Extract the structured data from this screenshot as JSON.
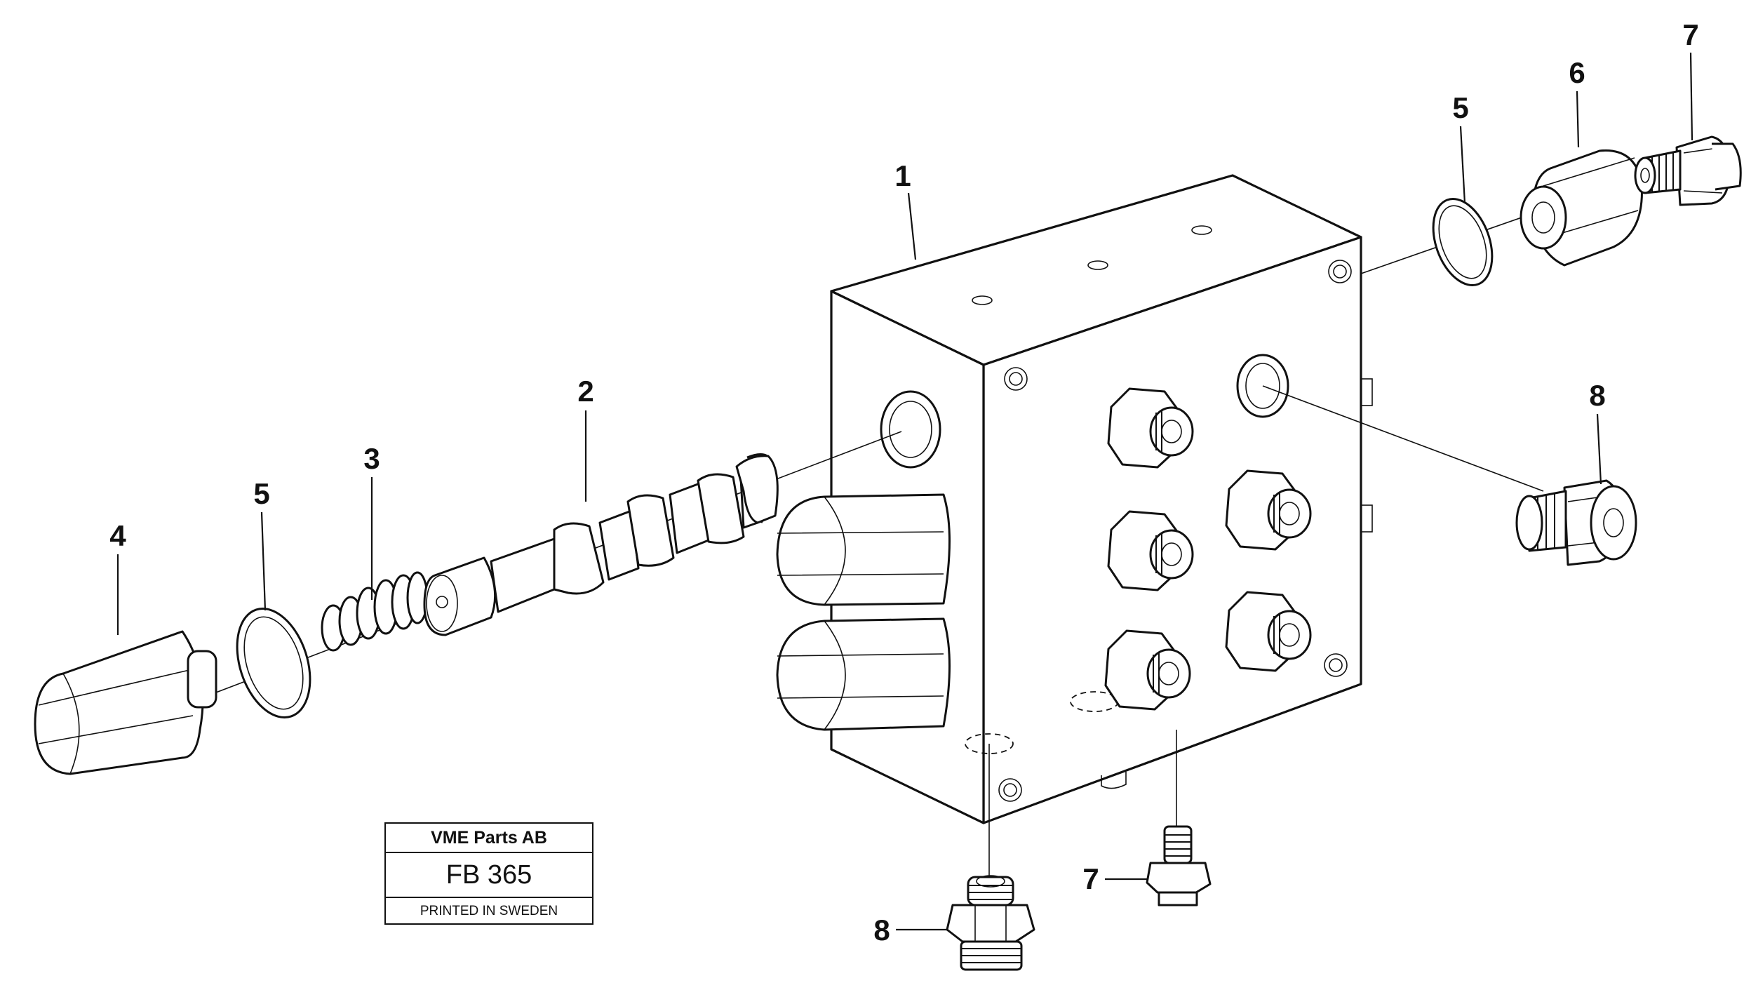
{
  "diagram": {
    "callouts": {
      "valve_block": "1",
      "spool": "2",
      "spring": "3",
      "plug": "4",
      "seal_left": "5",
      "seal_right": "5",
      "adapter": "6",
      "nipple_top": "7",
      "nipple_bottom": "7",
      "nipple_right": "8",
      "nipple_bottom_big": "8"
    }
  },
  "title_block": {
    "company": "VME Parts AB",
    "code": "FB 365",
    "printed": "PRINTED IN SWEDEN"
  }
}
